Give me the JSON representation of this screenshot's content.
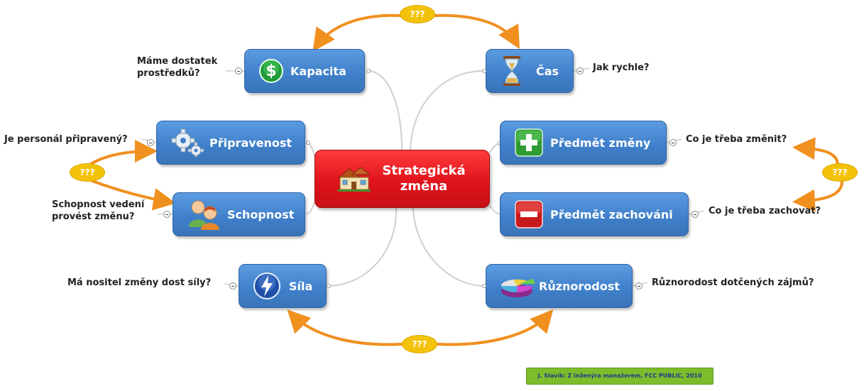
{
  "central": {
    "line1": "Strategická",
    "line2": "změna"
  },
  "nodes": {
    "kapacita": {
      "label": "Kapacita",
      "question_line1": "Máme dostatek",
      "question_line2": "prostředků?"
    },
    "cas": {
      "label": "Čas",
      "question": "Jak rychle?"
    },
    "pripravenost": {
      "label": "Připravenost",
      "question": "Je personál připravený?"
    },
    "predmet_zmeny": {
      "label": "Předmět změny",
      "question": "Co je třeba změnit?"
    },
    "schopnost": {
      "label": "Schopnost",
      "question_line1": "Schopnost vedení",
      "question_line2": "provést změnu?"
    },
    "predmet_zachovani": {
      "label": "Předmět zachováni",
      "question": "Co je třeba zachovat?"
    },
    "sila": {
      "label": "Síla",
      "question": "Má nositel změny dost síly?"
    },
    "ruznorodost": {
      "label": "Různorodost",
      "question": "Různorodost dotčených zájmů?"
    }
  },
  "relations": {
    "top": "???",
    "left": "???",
    "right": "???",
    "bottom": "???"
  },
  "footer": "J. Slavík: Z inženýra manažerem, FCC PUBLIC, 2010",
  "colors": {
    "node_blue": "#3f7fc9",
    "central_red": "#e0141c",
    "relation_orange": "#f0901e",
    "bubble_yellow": "#f3c20a",
    "footer_green": "#7cbd2c"
  },
  "icons": {
    "kapacita": "dollar-icon",
    "cas": "hourglass-icon",
    "pripravenost": "gears-icon",
    "predmet_zmeny": "plus-icon",
    "schopnost": "people-icon",
    "predmet_zachovani": "minus-icon",
    "sila": "lightning-icon",
    "ruznorodost": "pie-chart-icon",
    "central": "house-icon"
  }
}
